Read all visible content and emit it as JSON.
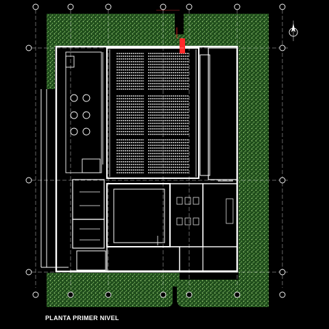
{
  "title": "PLANTA PRIMER NIVEL",
  "north_symbol": "north-arrow-icon",
  "colors": {
    "background": "#000000",
    "grass": "#1f4d1b",
    "grass_fleck": "#9ed27d",
    "walls": "#ffffff",
    "seating": "#d9d9d9",
    "stair": "#ff2a2a",
    "axis": "#ffffff",
    "annotation": "#cc3333"
  },
  "axes": {
    "vertical_count": 7,
    "horizontal_count": 3
  }
}
